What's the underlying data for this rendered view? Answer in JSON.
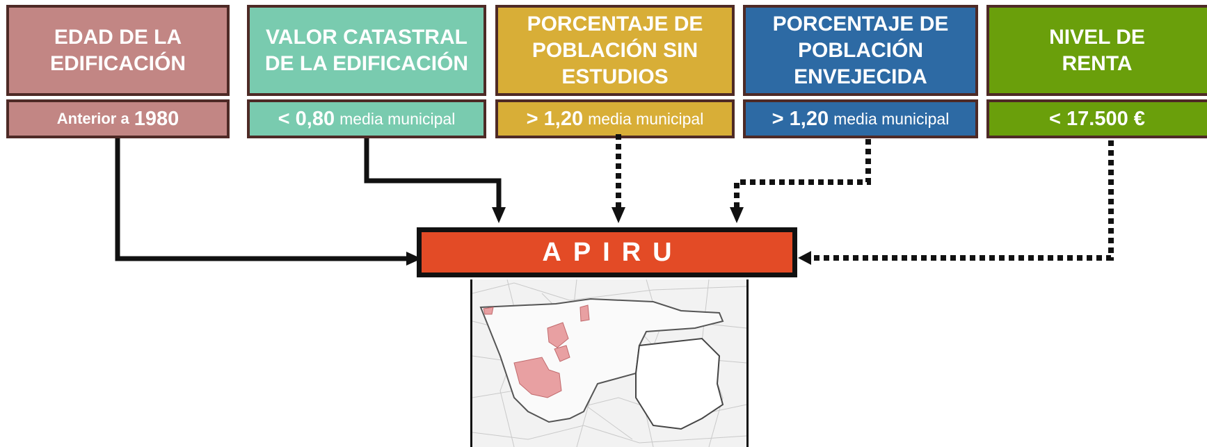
{
  "cards": [
    {
      "title_lines": [
        "EDAD DE LA",
        "EDIFICACIÓN"
      ],
      "threshold_prefix": "Anterior a",
      "threshold_value": "1980",
      "color": "#c28684"
    },
    {
      "title_lines": [
        "VALOR CATASTRAL",
        "DE LA EDIFICACIÓN"
      ],
      "threshold_value": "< 0,80",
      "threshold_suffix": "media municipal",
      "color": "#79cbaf"
    },
    {
      "title_lines": [
        "PORCENTAJE DE",
        "POBLACIÓN SIN",
        "ESTUDIOS"
      ],
      "threshold_value": "> 1,20",
      "threshold_suffix": "media municipal",
      "color": "#d8ae37"
    },
    {
      "title_lines": [
        "PORCENTAJE DE",
        "POBLACIÓN",
        "ENVEJECIDA"
      ],
      "threshold_value": "> 1,20",
      "threshold_suffix": "media municipal",
      "color": "#2d6aa4"
    },
    {
      "title_lines": [
        "NIVEL DE",
        "RENTA"
      ],
      "threshold_value": "< 17.500 €",
      "color": "#6a9f0b"
    }
  ],
  "center": {
    "label": "APIRU",
    "color": "#e34b26"
  },
  "colors": {
    "border": "#4e2a26",
    "line": "#111111",
    "map_highlight": "#e8a0a2"
  }
}
